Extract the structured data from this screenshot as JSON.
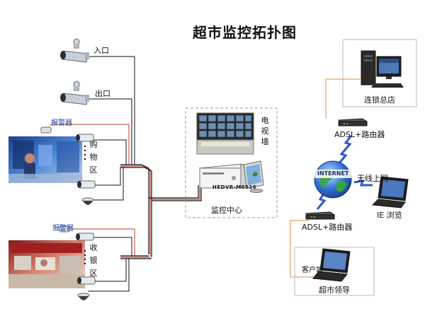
{
  "title": "超市监控拓扑图",
  "cameras": {
    "entrance_label": "入口",
    "exit_label": "出口"
  },
  "zones": {
    "alarm_label_1": "报警器",
    "shopping_label": "购物区",
    "alarm_label_2": "报警器",
    "cashier_label": "收银区"
  },
  "center": {
    "video_wall_label": "电视墙",
    "dvr_model": "HEDVR-M0516",
    "center_label": "监控中心"
  },
  "network": {
    "internet_label": "INTERNET",
    "router_label_top": "ADSL+路由器",
    "router_label_bottom": "ADSL+路由器",
    "wireless_label": "无线上网",
    "ie_label": "IE 浏览",
    "hq_label": "连锁总店",
    "client_label": "客户端",
    "leader_label": "超市领导"
  },
  "colors": {
    "trunk_line": "#111111",
    "red_line": "#c0392b",
    "orange_line": "#e08a3c",
    "dashed_box": "#999999",
    "lightning": "#3355cc",
    "globe_blue": "#2f6fd1",
    "globe_green": "#3aa63a"
  }
}
